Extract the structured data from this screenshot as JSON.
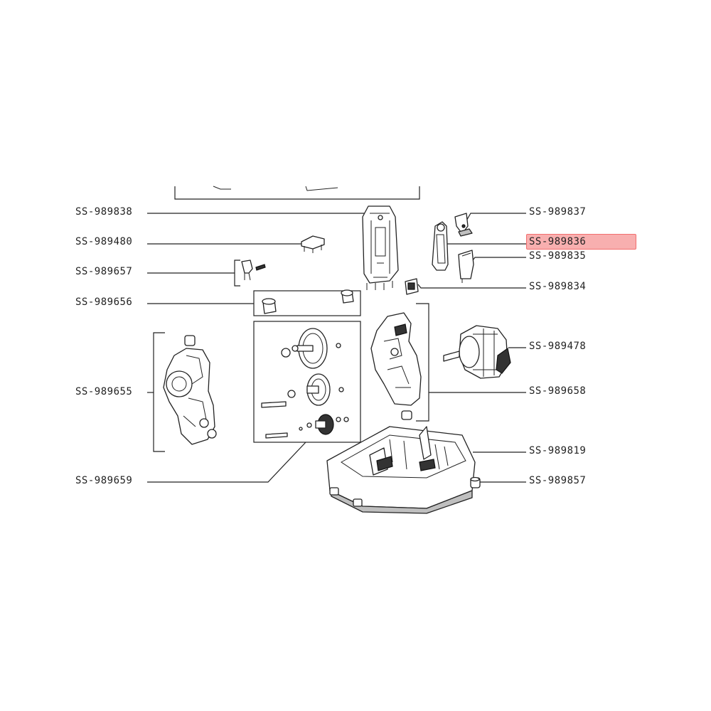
{
  "diagram": {
    "selected_part": "SS-989836",
    "highlight_color": "#f26e6e",
    "labels": {
      "p989838": "SS-989838",
      "p989480": "SS-989480",
      "p989657": "SS-989657",
      "p989656": "SS-989656",
      "p989655": "SS-989655",
      "p989659": "SS-989659",
      "p989837": "SS-989837",
      "p989836": "SS-989836",
      "p989835": "SS-989835",
      "p989834": "SS-989834",
      "p989478": "SS-989478",
      "p989658": "SS-989658",
      "p989819": "SS-989819",
      "p989857": "SS-989857"
    }
  }
}
